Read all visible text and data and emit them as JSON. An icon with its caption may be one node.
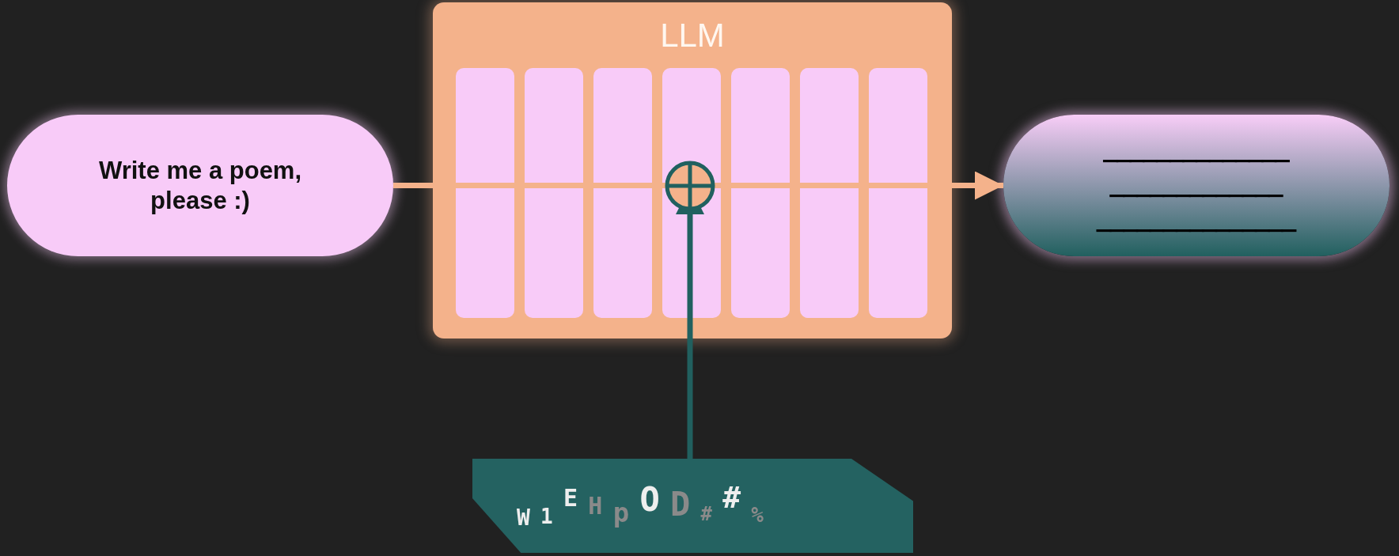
{
  "diagram": {
    "nodes": [
      {
        "text": [
          "Write me a poem, please :)"
        ]
      },
      {
        "text": [
          "LLM"
        ]
      },
      {
        "text": [],
        "shape": "box",
        "in": 1
      },
      {
        "text": [],
        "shape": "box",
        "in": 1
      },
      {
        "text": [],
        "shape": "box",
        "in": 1
      },
      {
        "text": [],
        "shape": "box",
        "in": 1
      },
      {
        "text": [],
        "shape": "box",
        "in": 1
      },
      {
        "text": [],
        "shape": "box",
        "in": 1
      },
      {
        "text": [],
        "shape": "box",
        "in": 1
      },
      {
        "text": [],
        "shape": "circle",
        "in": 5
      },
      {
        "text": [
          "______________",
          "_____________",
          "_______________"
        ]
      },
      {
        "text": [
          "W 1 E H p O D # # %"
        ]
      }
    ],
    "edges": [
      {
        "from": 0,
        "to": 1,
        "arrow": "none"
      },
      {
        "from": 1,
        "to": 10,
        "arrow": "to"
      },
      {
        "from": 11,
        "to": 9,
        "arrow": "to",
        "color": "#21605f"
      }
    ]
  }
}
